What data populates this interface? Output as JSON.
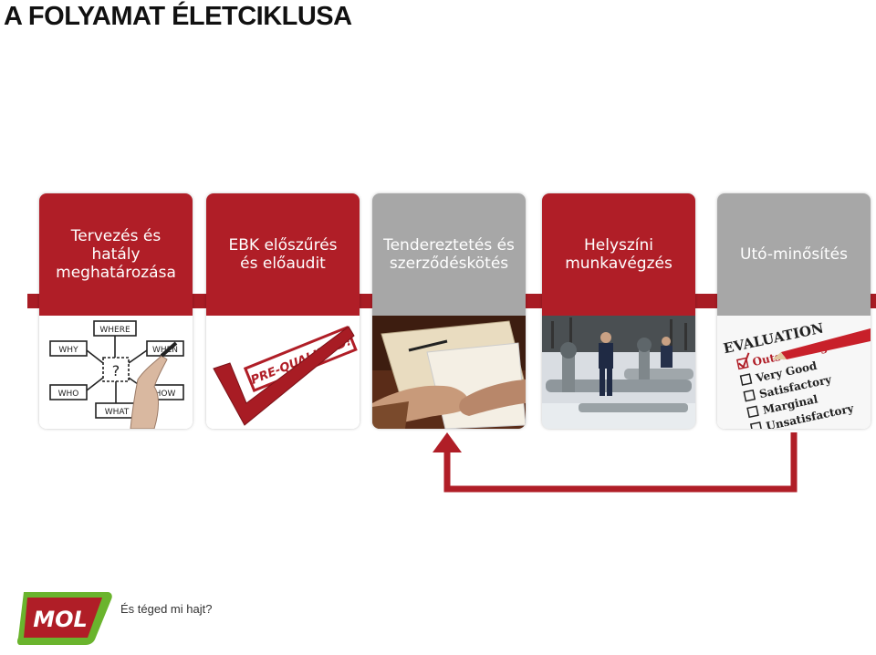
{
  "title": "A FOLYAMAT ÉLETCIKLUSA",
  "colors": {
    "accent_red": "#b01e27",
    "gray": "#a7a7a7",
    "logo_green": "#6ab42d"
  },
  "steps": [
    {
      "label": "Tervezés és\nhatály\nmeghatározása",
      "style": "red",
      "image": "question-words-sketch"
    },
    {
      "label": "EBK előszűrés\nés előaudit",
      "style": "red",
      "image": "pre-qualified-stamp"
    },
    {
      "label": "Tendereztetés és\nszerződéskötés",
      "style": "gray",
      "image": "handshake-photo"
    },
    {
      "label": "Helyszíni\nmunkavégzés",
      "style": "red",
      "image": "pipeline-workers-photo"
    },
    {
      "label": "Utó-minősítés",
      "style": "gray",
      "image": "evaluation-checklist"
    }
  ],
  "sketch_words": [
    "WHERE",
    "WHY",
    "WHEN",
    "WHO",
    "HOW",
    "WHAT",
    "?"
  ],
  "stamp_text": "PRE-QUALIFIED!",
  "checklist": {
    "heading": "EVALUATION",
    "items": [
      "Outstanding",
      "Very Good",
      "Satisfactory",
      "Marginal",
      "Unsatisfactory"
    ]
  },
  "logo": {
    "text": "MOL"
  },
  "tagline": "És téged mi hajt?"
}
